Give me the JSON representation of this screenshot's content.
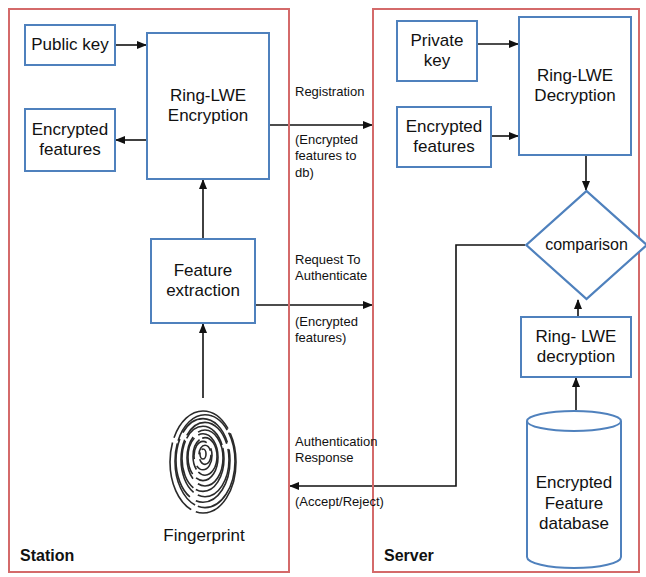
{
  "diagram": {
    "nodes": [
      {
        "text": [
          "Station"
        ]
      },
      {
        "text": [
          "Server"
        ]
      },
      {
        "text": [
          "Public key"
        ],
        "in": 0
      },
      {
        "text": [
          "Ring-LWE Encryption"
        ],
        "in": 0
      },
      {
        "text": [
          "Encrypted features"
        ],
        "in": 0
      },
      {
        "text": [
          "Feature extraction"
        ],
        "in": 0
      },
      {
        "text": [
          "Fingerprint"
        ],
        "in": 0
      },
      {
        "text": [
          "Private key"
        ],
        "in": 1
      },
      {
        "text": [
          "Ring-LWE Decryption"
        ],
        "in": 1
      },
      {
        "text": [
          "Encrypted features"
        ],
        "in": 1
      },
      {
        "text": [
          "comparison"
        ],
        "in": 1
      },
      {
        "text": [
          "Ring- LWE decryption"
        ],
        "in": 1
      },
      {
        "text": [
          "Encrypted Feature database"
        ],
        "in": 1
      }
    ],
    "edges": [
      {
        "from": 2,
        "to": 3,
        "arrow": "to"
      },
      {
        "from": 3,
        "to": 4,
        "arrow": "to"
      },
      {
        "from": 5,
        "to": 3,
        "arrow": "to"
      },
      {
        "from": 6,
        "to": 5,
        "arrow": "to"
      },
      {
        "from": 3,
        "to": 1,
        "label": "Registration",
        "arrow": "to"
      },
      {
        "from": 5,
        "to": 1,
        "label": "Request To Authenticate",
        "arrow": "to"
      },
      {
        "from": 10,
        "to": 0,
        "label": "Authentication Response",
        "arrow": "to"
      },
      {
        "from": 7,
        "to": 8,
        "arrow": "to"
      },
      {
        "from": 9,
        "to": 8,
        "arrow": "to"
      },
      {
        "from": 8,
        "to": 10,
        "arrow": "to"
      },
      {
        "from": 11,
        "to": 10,
        "arrow": "to"
      },
      {
        "from": 12,
        "to": 11,
        "arrow": "to"
      }
    ],
    "labels": [
      "(Encrypted features to db)",
      "(Encrypted features)",
      "(Accept/Reject)"
    ]
  }
}
